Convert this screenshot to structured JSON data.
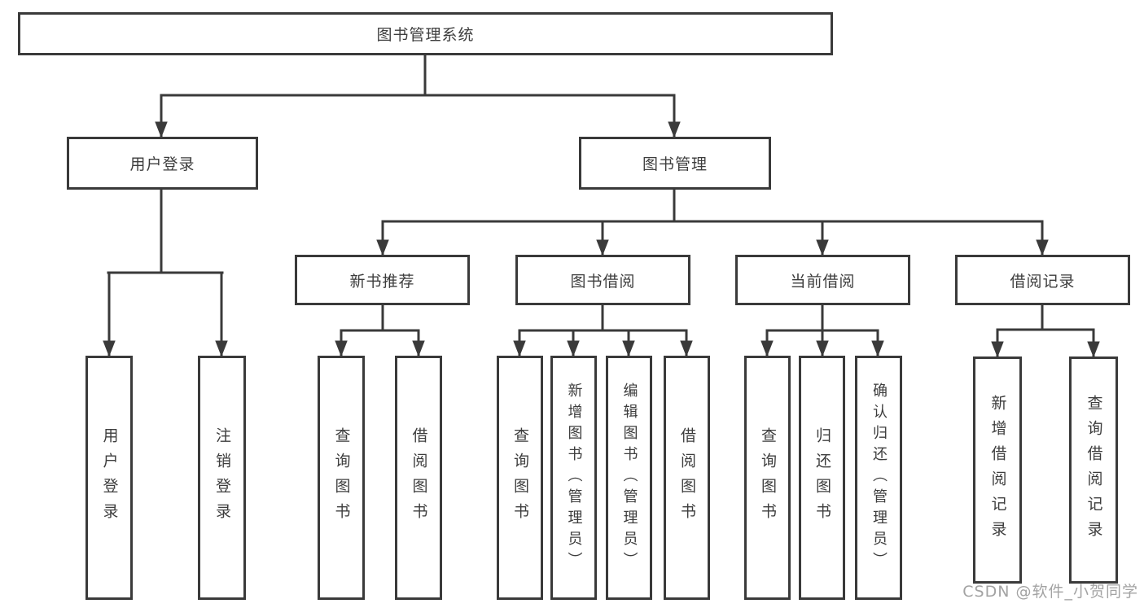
{
  "colors": {
    "line": "#3a3a3a",
    "text": "#3d3d3d",
    "background": "#ffffff",
    "watermark": "#a3a3a3"
  },
  "tree": {
    "root": {
      "label": "图书管理系统",
      "children": [
        {
          "label": "用户登录",
          "children": [
            {
              "label": "用户登录"
            },
            {
              "label": "注销登录"
            }
          ]
        },
        {
          "label": "图书管理",
          "children": [
            {
              "label": "新书推荐",
              "children": [
                {
                  "label": "查询图书"
                },
                {
                  "label": "借阅图书"
                }
              ]
            },
            {
              "label": "图书借阅",
              "children": [
                {
                  "label": "查询图书"
                },
                {
                  "label": "新增图书（管理员）"
                },
                {
                  "label": "编辑图书（管理员）"
                },
                {
                  "label": "借阅图书"
                }
              ]
            },
            {
              "label": "当前借阅",
              "children": [
                {
                  "label": "查询图书"
                },
                {
                  "label": "归还图书"
                },
                {
                  "label": "确认归还（管理员）"
                }
              ]
            },
            {
              "label": "借阅记录",
              "children": [
                {
                  "label": "新增借阅记录"
                },
                {
                  "label": "查询借阅记录"
                }
              ]
            }
          ]
        }
      ]
    }
  },
  "watermark": {
    "text": "CSDN @软件_小贺同学"
  }
}
